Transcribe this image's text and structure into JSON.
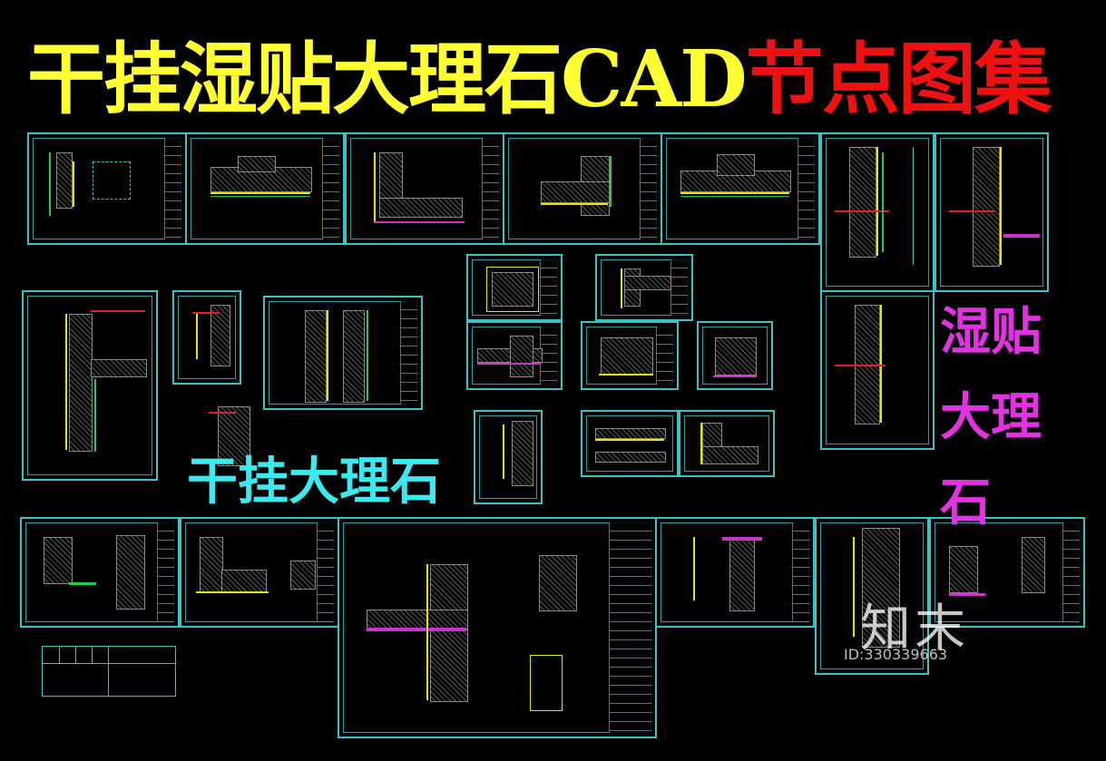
{
  "title": {
    "part1": "干挂湿贴大理石CAD",
    "part2": "节点图集"
  },
  "labels": {
    "dry_hang": "干挂大理石",
    "wet_paste": "湿贴大理石"
  },
  "watermark": {
    "logo": "知末",
    "id": "ID:330339663"
  },
  "colors": {
    "background": "#000000",
    "sheet_border": "#39c3c7",
    "title_yellow": "#ffff33",
    "title_red": "#ee1111",
    "label_cyan": "#3ee8ef",
    "label_magenta": "#e233e0"
  }
}
